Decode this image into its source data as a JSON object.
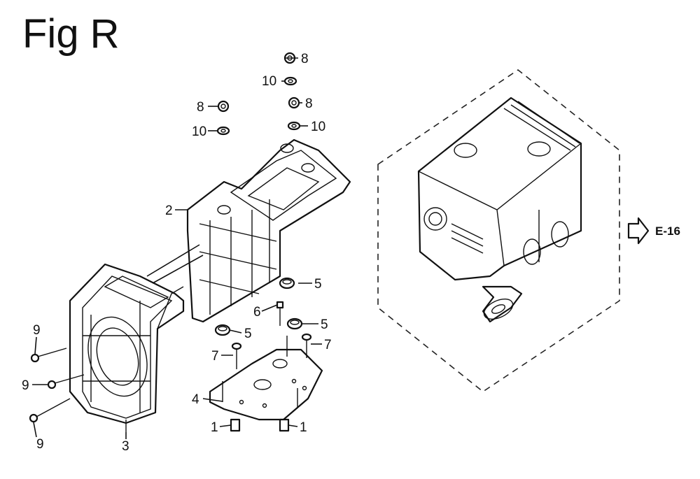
{
  "figure": {
    "title": "Fig R"
  },
  "callouts": {
    "c1a": "1",
    "c1b": "1",
    "c2": "2",
    "c3": "3",
    "c4": "4",
    "c5a": "5",
    "c5b": "5",
    "c5c": "5",
    "c6": "6",
    "c7a": "7",
    "c7b": "7",
    "c8a": "8",
    "c8b": "8",
    "c8c": "8",
    "c9a": "9",
    "c9b": "9",
    "c9c": "9",
    "c10a": "10",
    "c10b": "10",
    "c10c": "10"
  },
  "reference": {
    "label": "E-16"
  }
}
